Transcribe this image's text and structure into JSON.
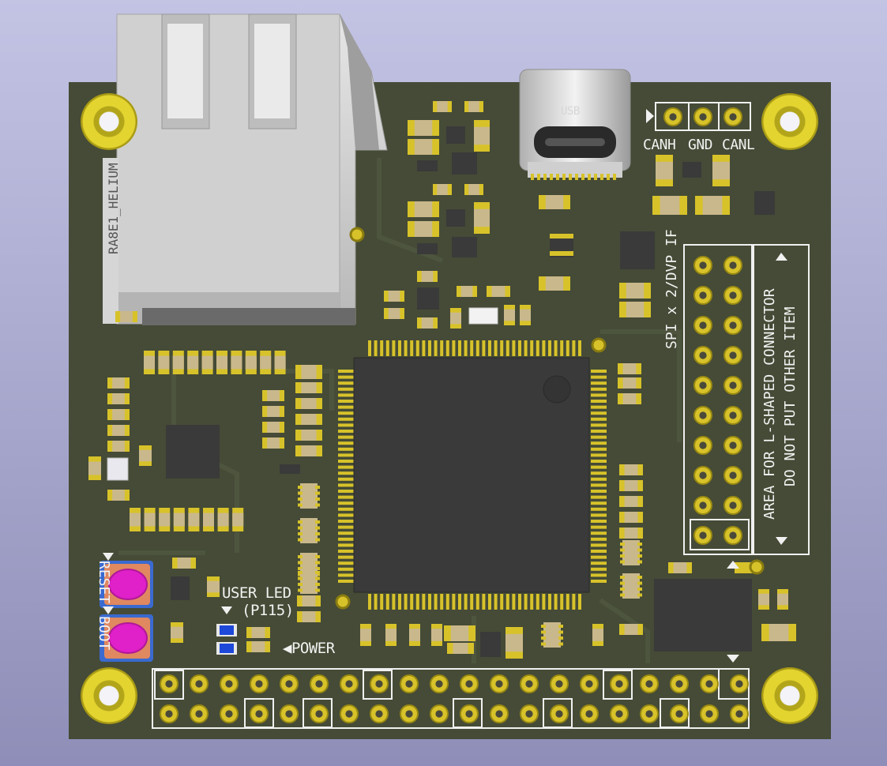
{
  "silkscreen": {
    "rj45_marking": "RA8E1_HELIUM",
    "can_labels": [
      "CANH",
      "GND",
      "CANL"
    ],
    "spi_label": "SPI x 2/DVP IF",
    "area_note_line1": "AREA FOR L-SHAPED CONNECTOR",
    "area_note_line2": "DO NOT PUT OTHER ITEM",
    "reset_label": "RESET",
    "boot_label": "BOOT",
    "user_led_line1": "USER LED",
    "user_led_line2": "(P115)",
    "power_label": "◀POWER",
    "usb_marking": "USB"
  },
  "colors": {
    "board": "#454b36",
    "silkscreen": "#f0f0f0",
    "gold_pad": "#d7c22a",
    "copper_pad": "#c9b88c",
    "ic_body": "#3a3a3a",
    "button_cap": "#e020c8",
    "button_body": "#e08860",
    "led": "#1d48d8"
  },
  "icons": {
    "mount_hole": "plated-hole-icon",
    "tri_up": "▲",
    "tri_down": "▼",
    "tri_right": "▶"
  }
}
